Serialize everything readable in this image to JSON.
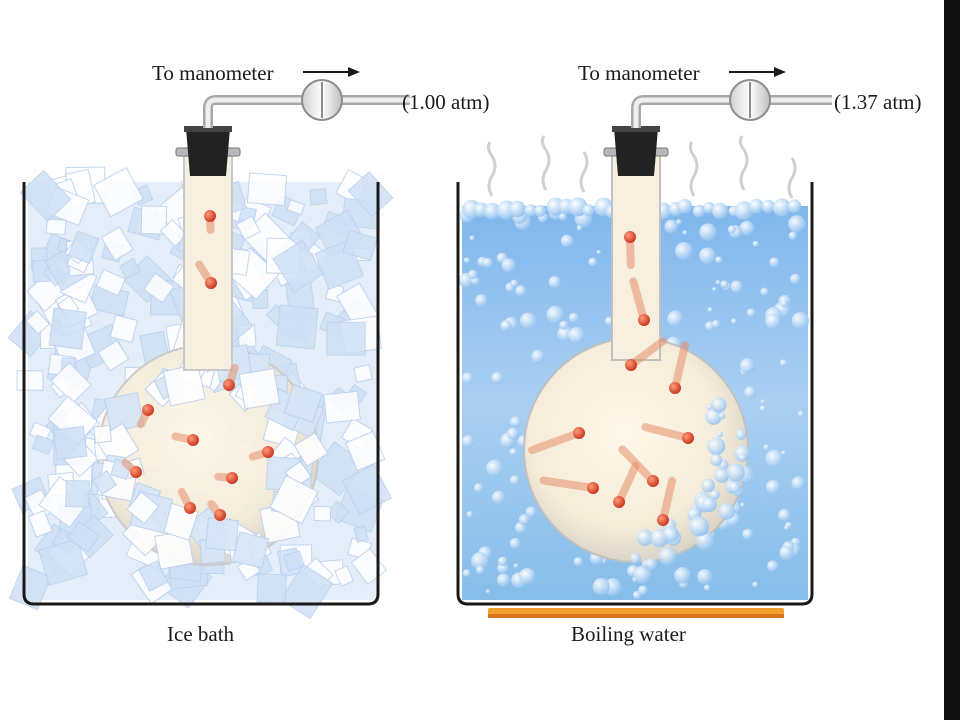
{
  "left_panel": {
    "manometer_label": "To manometer",
    "pressure_label": "(1.00 atm)",
    "caption": "Ice bath"
  },
  "right_panel": {
    "manometer_label": "To manometer",
    "pressure_label": "(1.37 atm)",
    "caption": "Boiling water"
  },
  "colors": {
    "accent": "#d9262b",
    "sidebar": "#111111",
    "ice": "#dfeaf8",
    "water": "#9cc6ee",
    "molecule": "#d6452a",
    "heater": "#f0a030"
  }
}
